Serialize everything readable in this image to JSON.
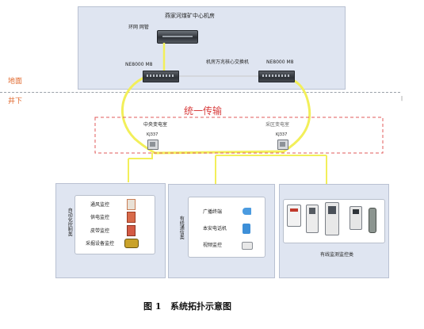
{
  "zones": {
    "surface": "地面",
    "underground": "井下"
  },
  "datacenter": {
    "title": "燕家河煤矿中心机房",
    "ring_label": "环网 网管",
    "switch_left": "NE8000 M8",
    "switch_right": "NE8000 M8",
    "core_label": "机房万兆核心交换机"
  },
  "transport_label": "统一传输",
  "substations": {
    "left_name": "中央变电室",
    "left_model": "KJ337",
    "right_name": "采区变电室",
    "right_model": "KJ337"
  },
  "panel_auto": {
    "title": "自动化控制类",
    "items": [
      "通风监控",
      "供电监控",
      "皮带监控",
      "采掘设备监控"
    ]
  },
  "panel_comm": {
    "title": "有线通信类",
    "items": [
      "广播终端",
      "本安电话机",
      "视频监控"
    ]
  },
  "panel_monitor": {
    "title": "有线监测监控类"
  },
  "caption": "图 1   系统拓扑示意图",
  "colors": {
    "ring": "#f2ef5a",
    "dashed_box": "#e05b5b",
    "transport_text": "#d83c3c",
    "zone_text": "#e0692e"
  }
}
